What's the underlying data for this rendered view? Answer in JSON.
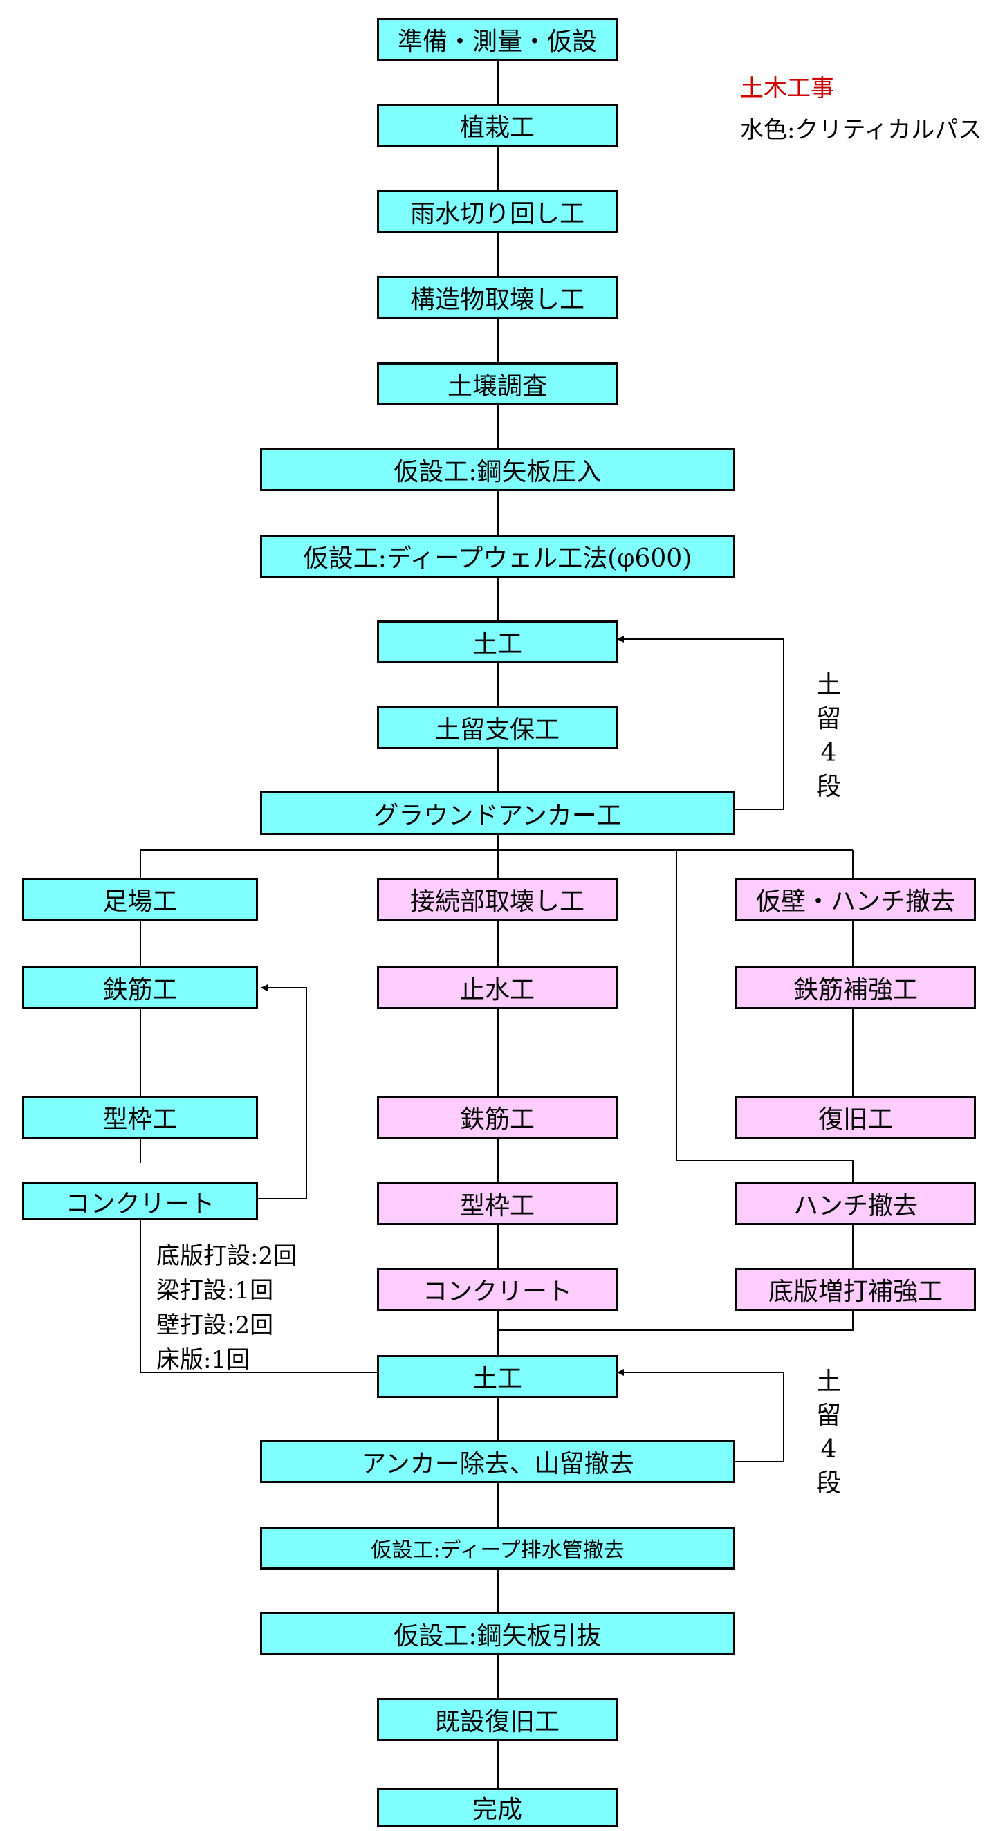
{
  "legend": {
    "title": "土木工事",
    "title_color": "#cc0000",
    "note": "水色:クリティカルパス"
  },
  "colors": {
    "critical_path": "#80ffff",
    "other": "#ffccff"
  },
  "main_steps": [
    "準備・測量・仮設",
    "植栽工",
    "雨水切り回し工",
    "構造物取壊し工",
    "土壌調査",
    "仮設工:鋼矢板圧入",
    "仮設工:ディープウェル工法(φ600)",
    "土工",
    "土留支保工",
    "グラウンドアンカー工"
  ],
  "left_branch": [
    "足場工",
    "鉄筋工",
    "型枠工",
    "コンクリート"
  ],
  "center_branch": [
    "接続部取壊し工",
    "止水工",
    "鉄筋工",
    "型枠工",
    "コンクリート"
  ],
  "right_branch": [
    "仮壁・ハンチ撤去",
    "鉄筋補強工",
    "復旧工",
    "ハンチ撤去",
    "底版増打補強工"
  ],
  "pour_notes": [
    "底版打設:2回",
    "梁打設:1回",
    "壁打設:2回",
    "床版:1回"
  ],
  "loop_label": [
    "土",
    "留",
    "4",
    "段"
  ],
  "final_steps": [
    "土工",
    "アンカー除去、山留撤去",
    "仮設工:ディープ排水管撤去",
    "仮設工:鋼矢板引抜",
    "既設復旧工",
    "完成"
  ]
}
